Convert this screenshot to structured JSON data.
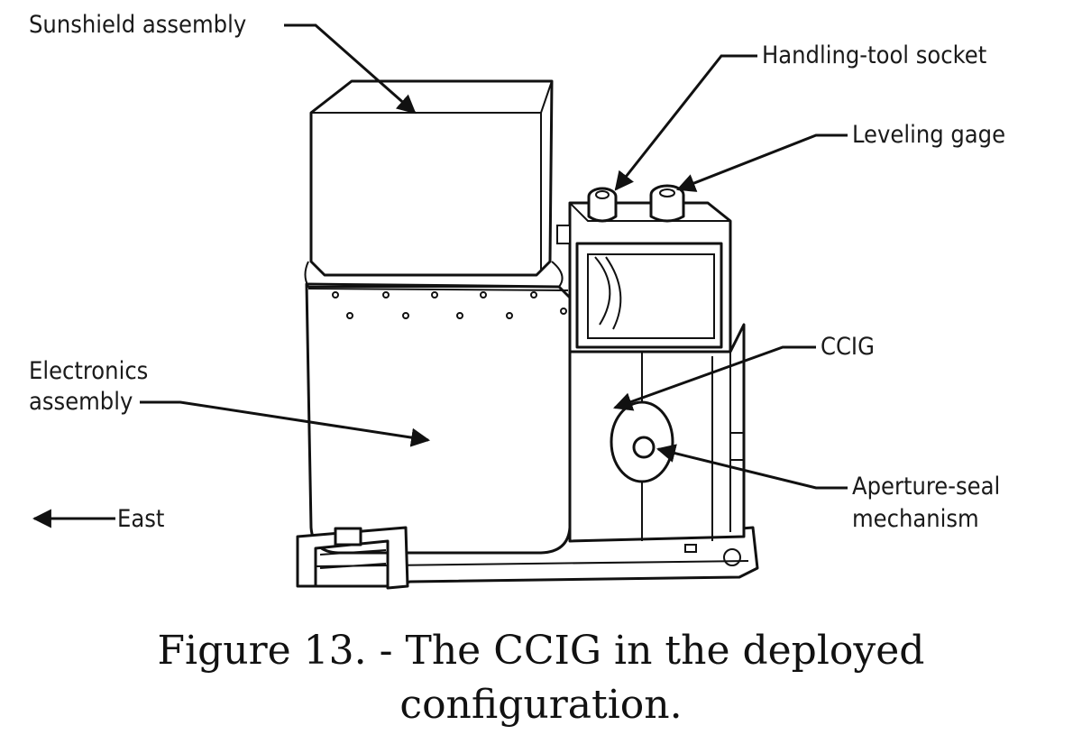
{
  "labels": {
    "sunshield": "Sunshield assembly",
    "handling_tool_socket": "Handling-tool socket",
    "leveling_gage": "Leveling gage",
    "ccig": "CCIG",
    "electronics_line1": "Electronics",
    "electronics_line2": "assembly",
    "east": "East",
    "aperture_line1": "Aperture-seal",
    "aperture_line2": "mechanism"
  },
  "caption": {
    "line1": "Figure 13. - The CCIG in the deployed",
    "line2": "configuration."
  }
}
